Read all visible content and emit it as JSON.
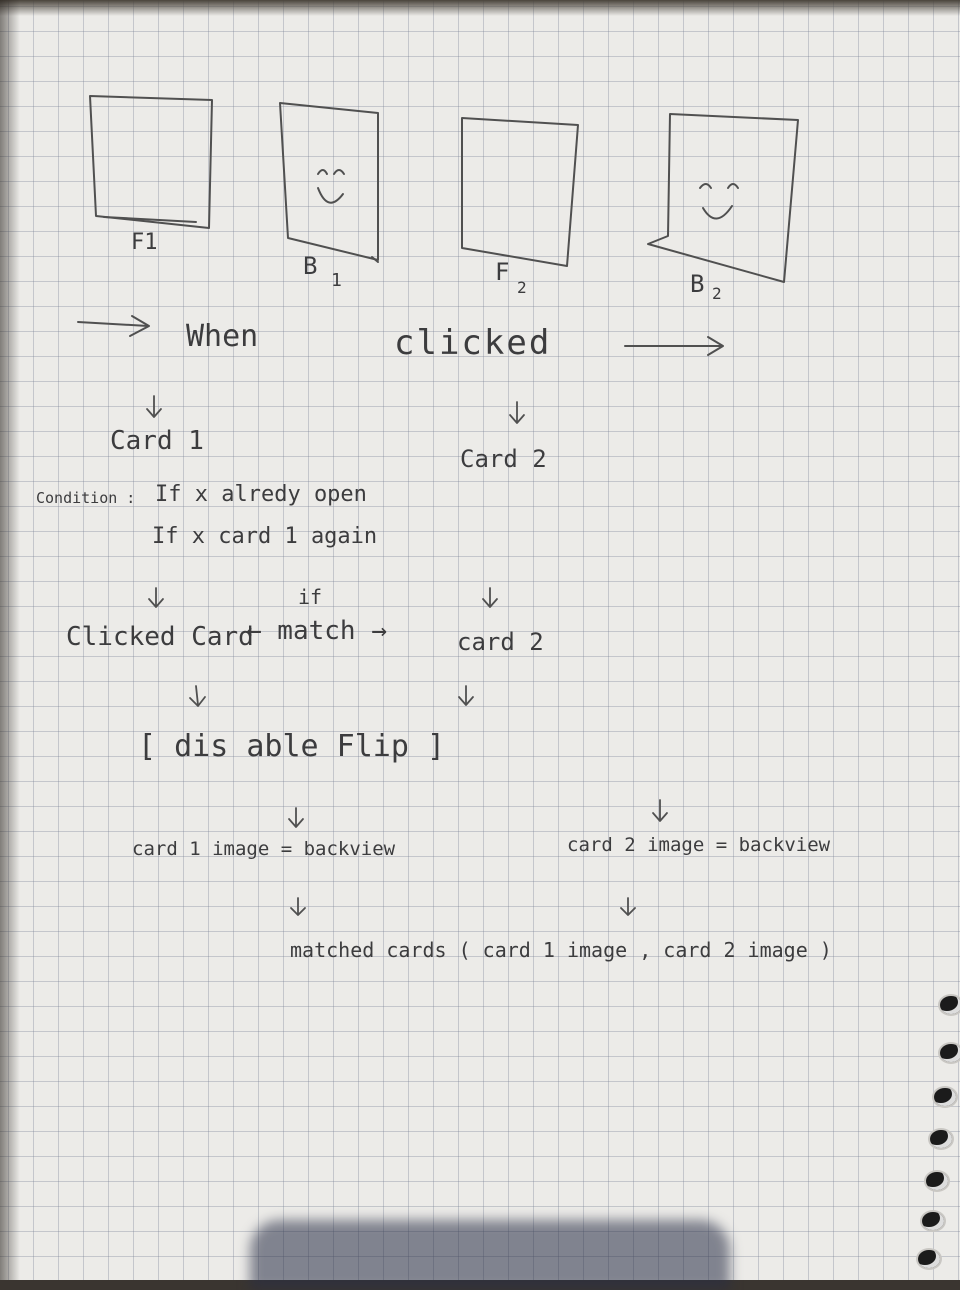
{
  "cards": {
    "f1": "F1",
    "b1": "B",
    "b1_sub": "1",
    "f2": "F",
    "f2_sub": "2",
    "b2": "B",
    "b2_sub": "2"
  },
  "flow": {
    "when": "When",
    "clicked": "clicked",
    "card1": "Card 1",
    "card2": "Card 2",
    "condition_label": "Condition :",
    "condition_1": "If x alredy open",
    "condition_2": "If x  card 1 again",
    "if_label": "if",
    "clicked_card": "Clicked Card",
    "match": "← match →",
    "card2_lower": "card 2",
    "disable_flip": "[ dis able   Flip ]",
    "card1_backview": "card 1 image = backview",
    "card2_backview": "card 2 image = backview",
    "matched_cards": "matched cards ( card 1 image , card 2 image )"
  },
  "colors": {
    "ink": "#3c3c3e",
    "paper": "#ecebe8",
    "grid": "#9aa0ad"
  }
}
